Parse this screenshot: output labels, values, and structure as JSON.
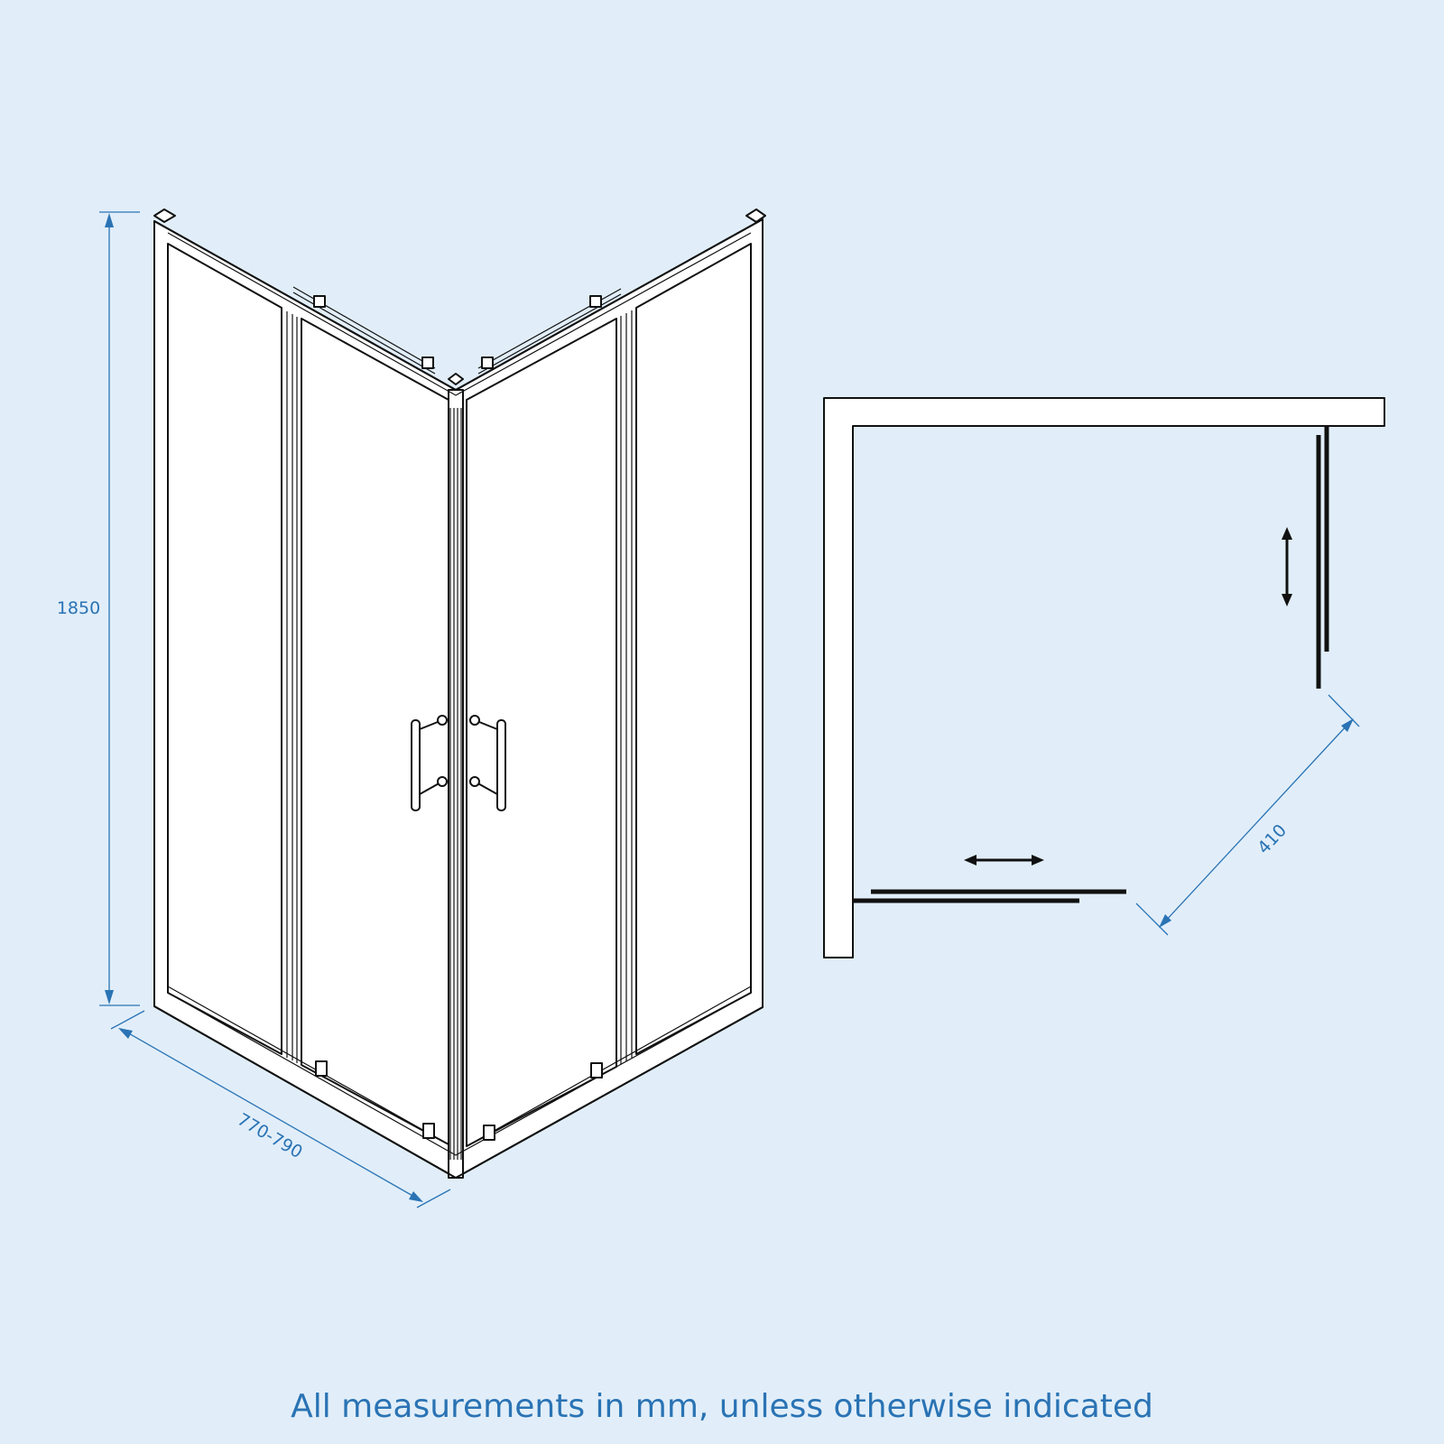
{
  "dimensions": {
    "height": "1850",
    "width_range": "770-790",
    "door_opening": "410"
  },
  "footer": {
    "note": "All measurements in mm, unless otherwise indicated"
  },
  "colors": {
    "background": "#e1eef9",
    "dimension": "#2a73b4",
    "line": "#111111",
    "panel": "#ffffff"
  }
}
